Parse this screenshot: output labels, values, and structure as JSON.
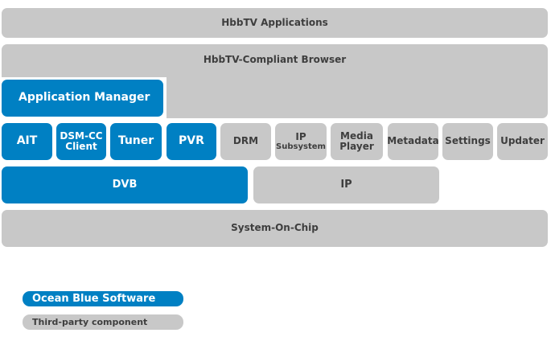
{
  "colors": {
    "ocean_blue": "#0080c3",
    "third_party": "#c8c8c8",
    "grey_text": "#3e3e3e"
  },
  "layers": {
    "hbbtv_applications": "HbbTV Applications",
    "browser": "HbbTV-Compliant Browser",
    "application_manager": "Application Manager",
    "ait": "AIT",
    "dsmcc_line1": "DSM-CC",
    "dsmcc_line2": "Client",
    "tuner": "Tuner",
    "pvr": "PVR",
    "drm": "DRM",
    "ip_subsystem_line1": "IP",
    "ip_subsystem_line2": "Subsystem",
    "media_player_line1": "Media",
    "media_player_line2": "Player",
    "metadata": "Metadata",
    "settings": "Settings",
    "updater": "Updater",
    "dvb": "DVB",
    "ip": "IP",
    "soc": "System-On-Chip"
  },
  "legend": {
    "ocean_blue": "Ocean Blue Software",
    "third_party": "Third-party component"
  }
}
